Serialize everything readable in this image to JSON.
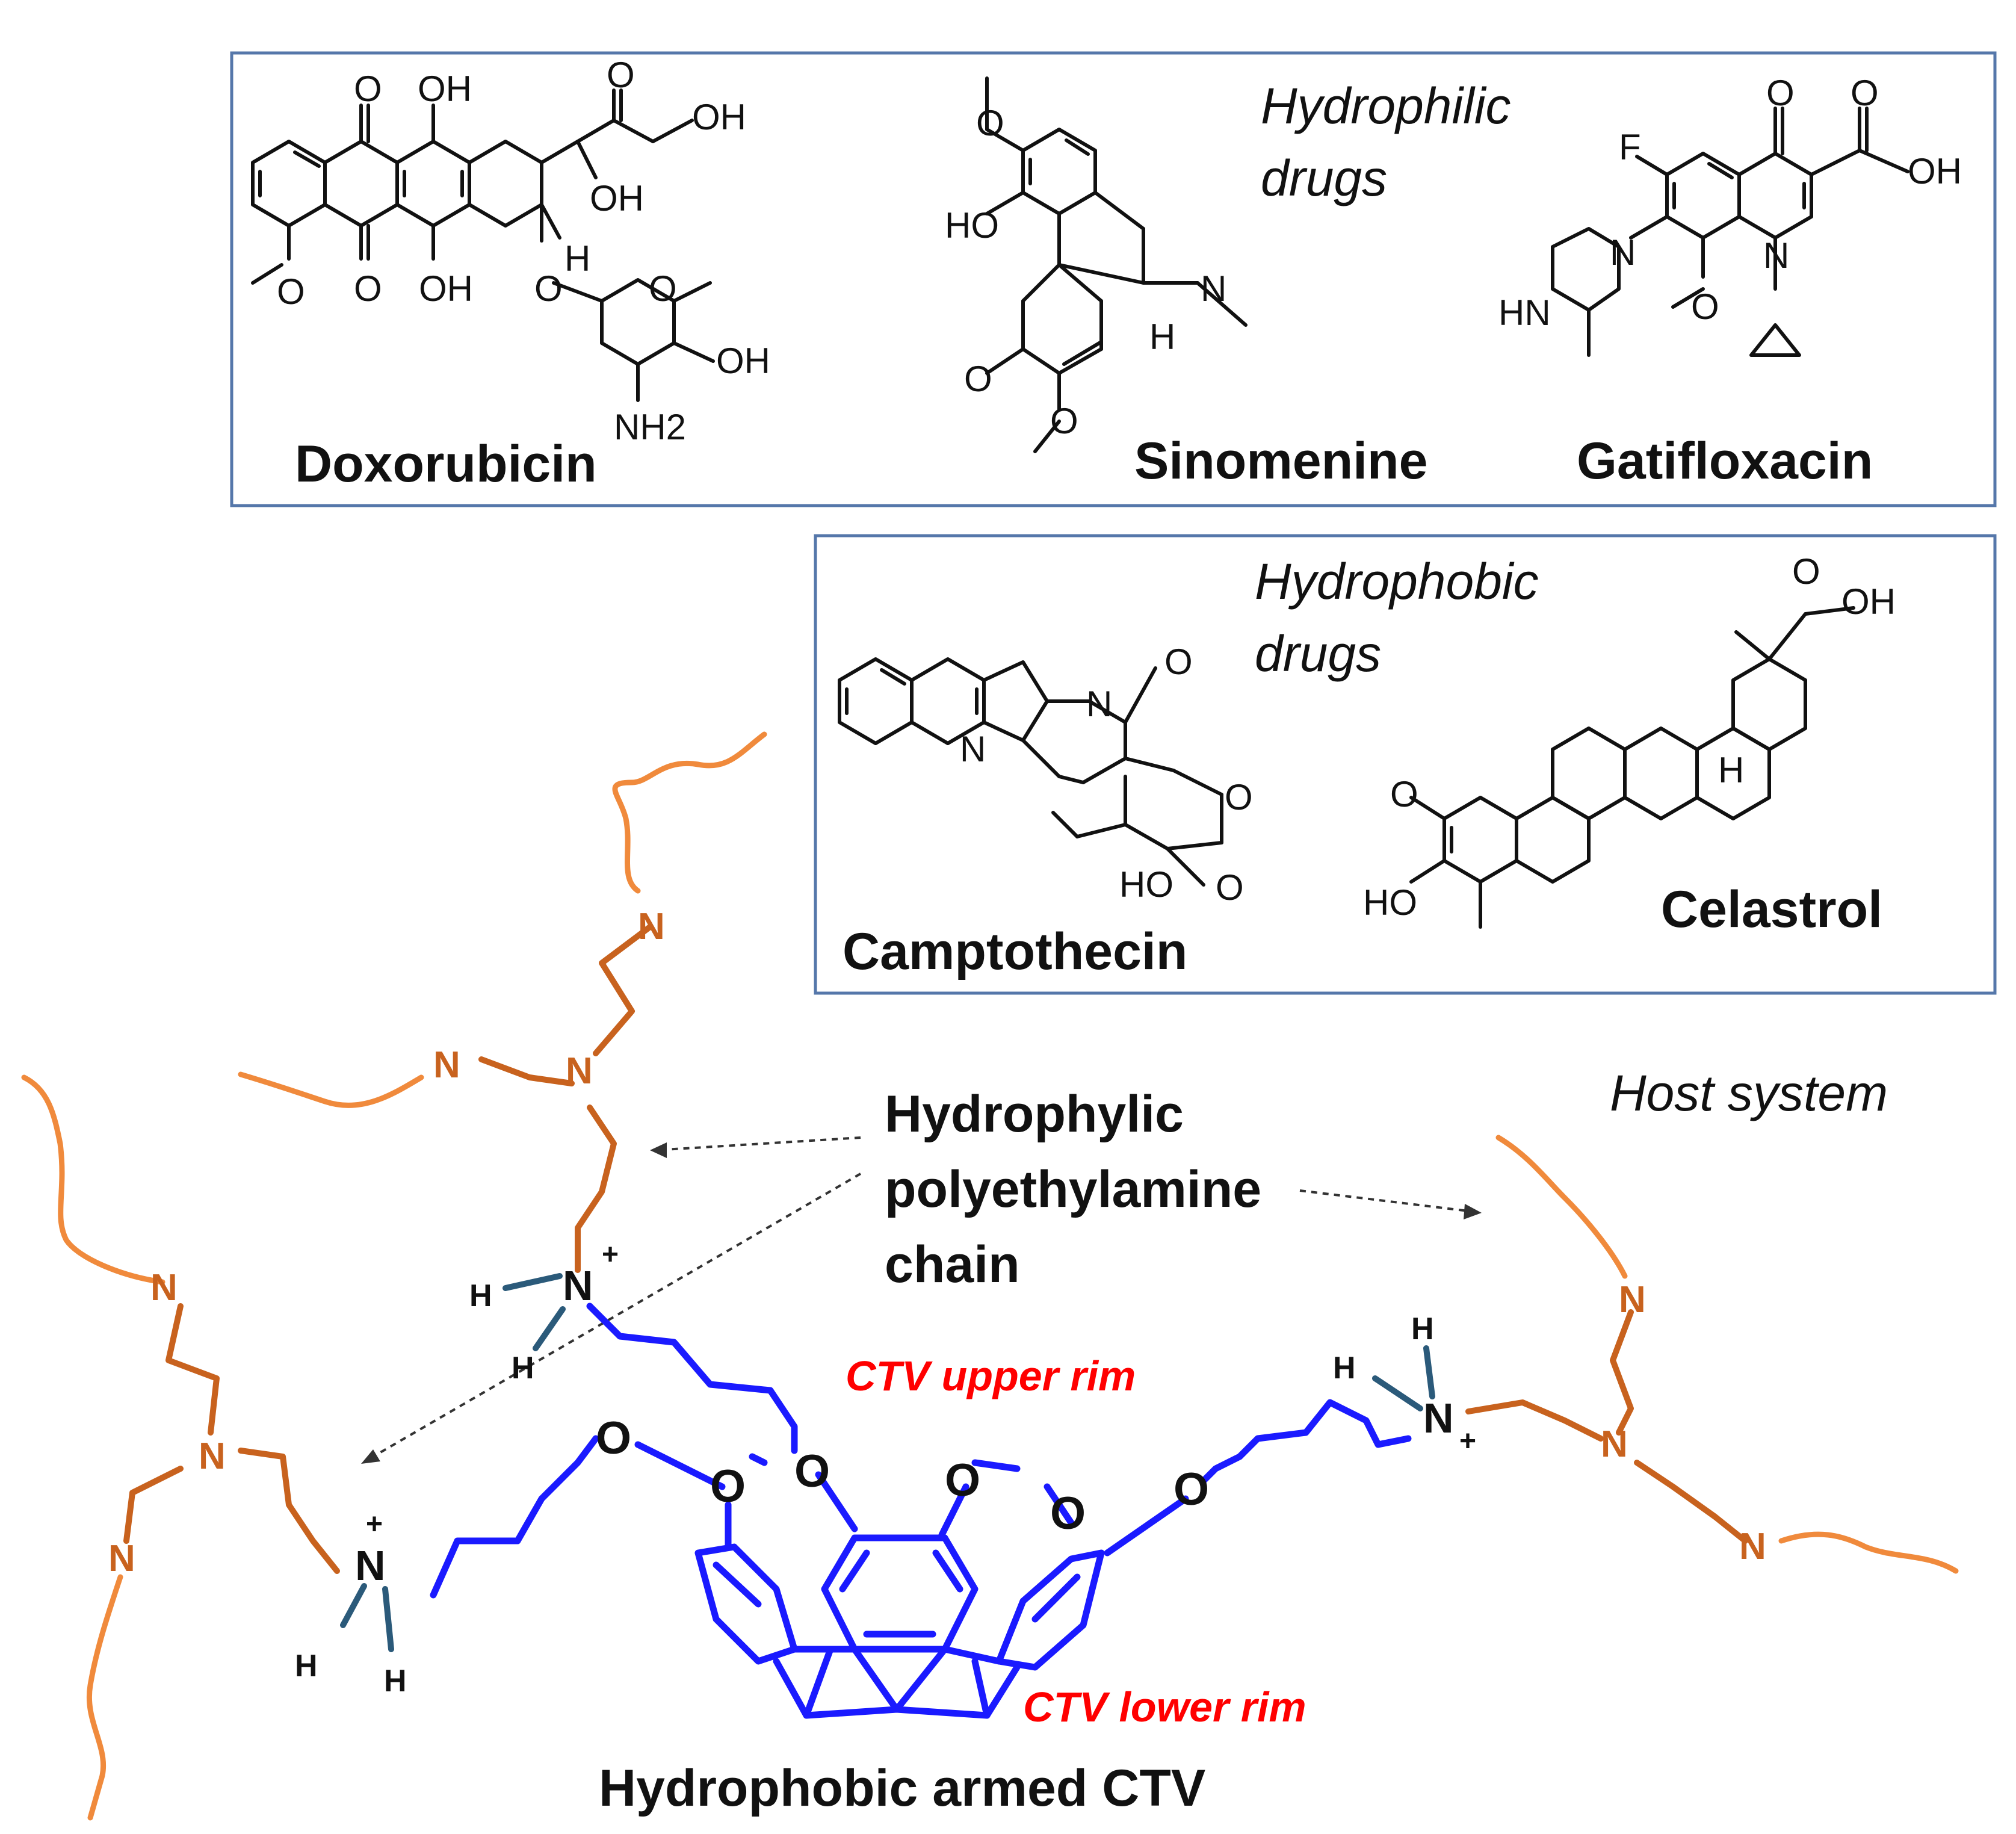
{
  "hydrophilic_panel": {
    "category": [
      "Hydrophilic",
      "drugs"
    ],
    "drugs": [
      "Doxorubicin",
      "Sinomenine",
      "Gatifloxacin"
    ]
  },
  "hydrophobic_panel": {
    "category": [
      "Hydrophobic",
      "drugs"
    ],
    "drugs": [
      "Camptothecin",
      "Celastrol"
    ]
  },
  "atom_labels": {
    "doxorubicin": [
      "O",
      "OH",
      "O",
      "OH",
      "OH",
      "O",
      "O",
      "OH",
      "O",
      "H",
      "O",
      "OH",
      "NH2"
    ],
    "sinomenine": [
      "O",
      "HO",
      "N",
      "H",
      "O",
      "O"
    ],
    "gatifloxacin": [
      "O",
      "O",
      "OH",
      "F",
      "N",
      "N",
      "HN",
      "O"
    ],
    "camptothecin": [
      "N",
      "N",
      "O",
      "O",
      "HO",
      "O"
    ],
    "celastrol": [
      "O",
      "OH",
      "H",
      "O",
      "HO"
    ]
  },
  "host": {
    "title": "Host system",
    "chain_label": [
      "Hydrophylic",
      "polyethylamine",
      "chain"
    ],
    "upper_rim": "CTV upper rim",
    "lower_rim": "CTV lower rim",
    "core_label": "Hydrophobic armed CTV",
    "amine_atom": "N",
    "hydrogen": "H",
    "charge": "+",
    "oxygen": "O"
  },
  "colors": {
    "ctv_core": "#1a1aff",
    "chain_light": "#f08a3c",
    "chain_dark": "#c8621e",
    "rim_label": "#ff0000",
    "box_border": "#5577aa"
  }
}
